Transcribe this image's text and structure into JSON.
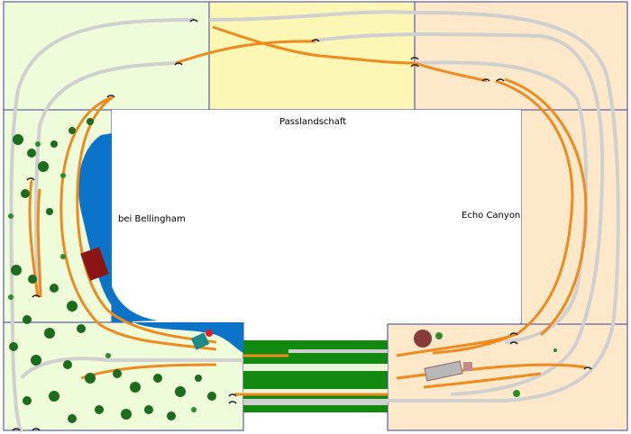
{
  "labels": {
    "top": "Passlandschaft",
    "left": "bei Bellingham",
    "right": "Echo Canyon"
  },
  "colors": {
    "module_green": "#eefcd9",
    "module_yellow": "#fdf7b5",
    "module_beige": "#fde9c9",
    "module_border": "#3c3c9e",
    "water": "#0c74c8",
    "track_orange": "#f08a1e",
    "track_gray": "#d4d4d4",
    "tree_green": "#1d6b1d",
    "field_green": "#128a12"
  },
  "icons": [
    "tree-icon",
    "house-icon",
    "signal-icon",
    "bush-icon"
  ]
}
